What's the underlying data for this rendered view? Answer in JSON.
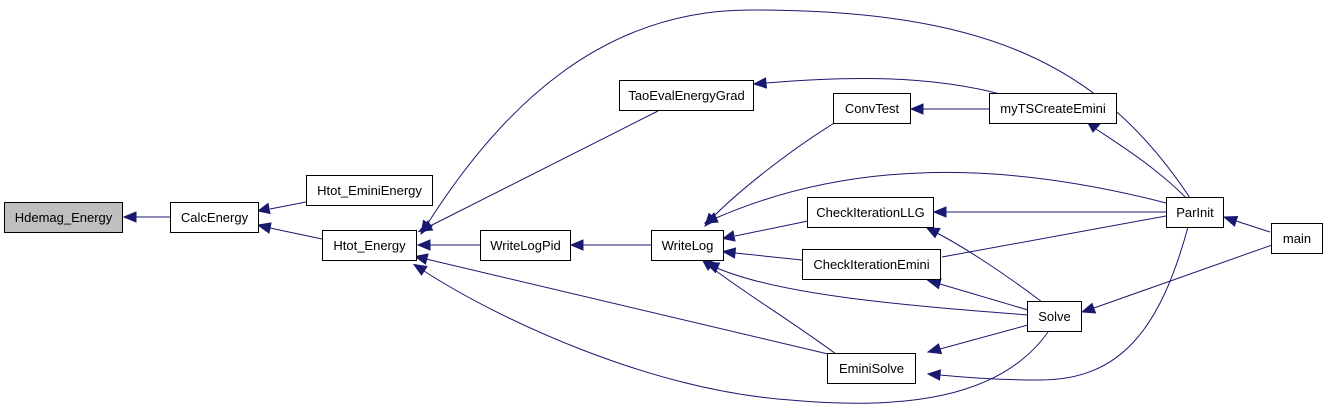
{
  "colors": {
    "edge": "#191970",
    "node_border": "#000000",
    "node_fill": "#ffffff",
    "root_fill": "#bfbfbf",
    "background": "#ffffff"
  },
  "nodes": {
    "hdemag": "Hdemag_Energy",
    "calcenergy": "CalcEnergy",
    "htot_emini": "Htot_EminiEnergy",
    "htot_energy": "Htot_Energy",
    "tao": "TaoEvalEnergyGrad",
    "writelogpid": "WriteLogPid",
    "writelog": "WriteLog",
    "convtest": "ConvTest",
    "mytscreate": "myTSCreateEmini",
    "checkllg": "CheckIterationLLG",
    "checkemini": "CheckIterationEmini",
    "eminisolve": "EminiSolve",
    "solve": "Solve",
    "parinit": "ParInit",
    "main": "main"
  },
  "edges": [
    {
      "from": "calcenergy",
      "to": "hdemag"
    },
    {
      "from": "htot_emini",
      "to": "calcenergy"
    },
    {
      "from": "htot_energy",
      "to": "calcenergy"
    },
    {
      "from": "tao",
      "to": "htot_energy"
    },
    {
      "from": "writelogpid",
      "to": "htot_energy"
    },
    {
      "from": "eminisolve",
      "to": "htot_energy"
    },
    {
      "from": "parinit",
      "to": "htot_energy"
    },
    {
      "from": "solve",
      "to": "htot_energy"
    },
    {
      "from": "writelog",
      "to": "writelogpid"
    },
    {
      "from": "mytscreate",
      "to": "tao"
    },
    {
      "from": "convtest",
      "to": "writelog"
    },
    {
      "from": "checkllg",
      "to": "writelog"
    },
    {
      "from": "checkemini",
      "to": "writelog"
    },
    {
      "from": "eminisolve",
      "to": "writelog"
    },
    {
      "from": "parinit",
      "to": "writelog"
    },
    {
      "from": "solve",
      "to": "writelog"
    },
    {
      "from": "mytscreate",
      "to": "convtest"
    },
    {
      "from": "parinit",
      "to": "mytscreate"
    },
    {
      "from": "parinit",
      "to": "checkllg"
    },
    {
      "from": "solve",
      "to": "checkllg"
    },
    {
      "from": "parinit",
      "to": "checkemini"
    },
    {
      "from": "solve",
      "to": "checkemini"
    },
    {
      "from": "solve",
      "to": "eminisolve"
    },
    {
      "from": "parinit",
      "to": "eminisolve"
    },
    {
      "from": "main",
      "to": "parinit"
    },
    {
      "from": "main",
      "to": "solve"
    }
  ]
}
